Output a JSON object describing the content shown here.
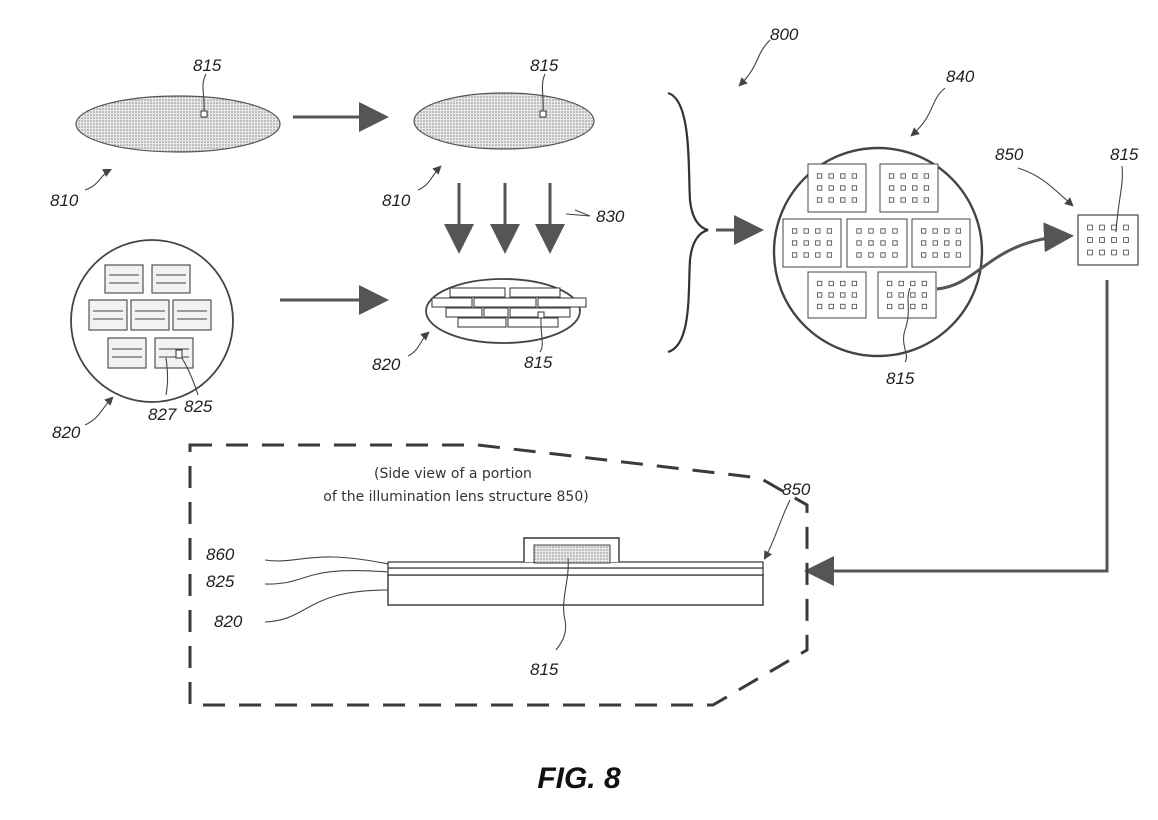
{
  "figure": {
    "caption": "FIG. 8",
    "labels": {
      "system": "800",
      "wafer_top_left": "810",
      "wafer_top_mid": "810",
      "lens_wafer_left": "820",
      "lens_wafer_mid": "820",
      "component_top_left": "815",
      "component_top_mid": "815",
      "component_stack": "815",
      "component_wafer840": "815",
      "component_detail850": "815",
      "component_sideview": "815",
      "exposure": "830",
      "combined_wafer": "840",
      "lens_structure": "850",
      "lens_structure_side": "850",
      "layer_860": "860",
      "layer_825_side": "825",
      "layer_820_side": "820",
      "element_827": "827",
      "element_825": "825"
    },
    "side_view_note_line1": "(Side view of a portion",
    "side_view_note_line2": "of the illumination lens structure 850)"
  }
}
